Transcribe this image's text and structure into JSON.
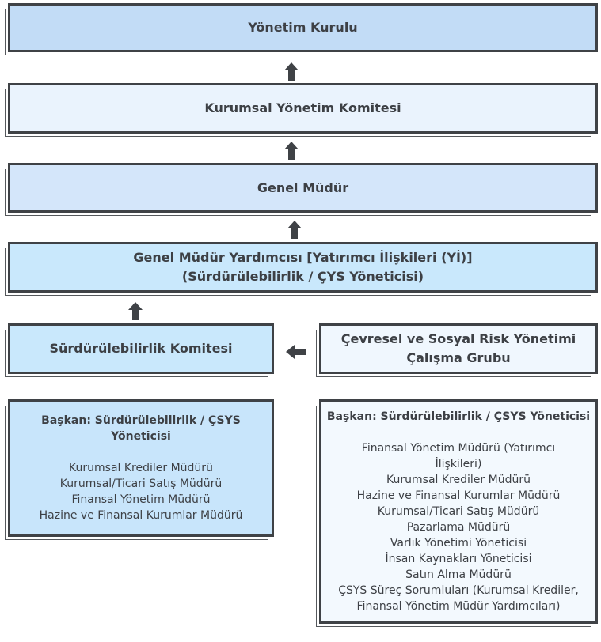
{
  "boxes": {
    "board": "Yönetim Kurulu",
    "governance": "Kurumsal Yönetim Komitesi",
    "ceo": "Genel Müdür",
    "deputy_line1": "Genel Müdür Yardımcısı [Yatırımcı İlişkileri (Yİ)]",
    "deputy_line2": "(Sürdürülebilirlik / ÇYS Yöneticisi)",
    "committee": "Sürdürülebilirlik Komitesi",
    "esr_line1": "Çevresel ve Sosyal Risk Yönetimi",
    "esr_line2": "Çalışma Grubu"
  },
  "committee_members": {
    "chair_line1": "Başkan: Sürdürülebilirlik / ÇSYS",
    "chair_line2": "Yöneticisi",
    "members": [
      "Kurumsal Krediler Müdürü",
      "Kurumsal/Ticari Satış Müdürü",
      "Finansal Yönetim Müdürü",
      "Hazine ve Finansal Kurumlar Müdürü"
    ]
  },
  "working_group_members": {
    "chair": "Başkan: Sürdürülebilirlik / ÇSYS Yöneticisi",
    "members": [
      "Finansal Yönetim Müdürü (Yatırımcı",
      "İlişkileri)",
      "Kurumsal Krediler Müdürü",
      "Hazine ve Finansal Kurumlar Müdürü",
      "Kurumsal/Ticari Satış Müdürü",
      "Pazarlama Müdürü",
      "Varlık Yönetimi Yöneticisi",
      "İnsan Kaynakları Yöneticisi",
      "Satın Alma Müdürü",
      "ÇSYS Süreç Sorumluları (Kurumsal Krediler,",
      "Finansal Yönetim Müdür Yardımcıları)"
    ]
  },
  "colors": {
    "border": "#3f4246",
    "arrow": "#3f4246",
    "text": "#3d4045"
  }
}
